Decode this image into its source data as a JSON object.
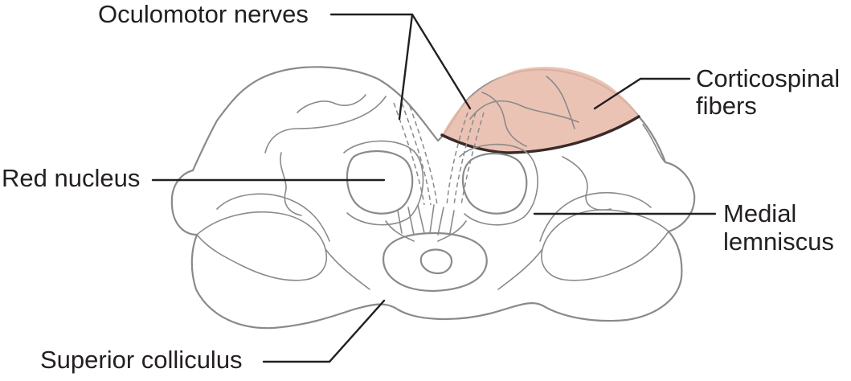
{
  "labels": {
    "oculomotor_nerves": "Oculomotor nerves",
    "corticospinal_line1": "Corticospinal",
    "corticospinal_line2": "fibers",
    "red_nucleus": "Red nucleus",
    "medial_line1": "Medial",
    "medial_line2": "lemniscus",
    "superior_colliculus": "Superior colliculus"
  },
  "colors": {
    "corticospinal_fill": "#e8b9a8",
    "outline": "#8a8a8a",
    "leader": "#231f20",
    "boundary": "#3a2a28"
  }
}
